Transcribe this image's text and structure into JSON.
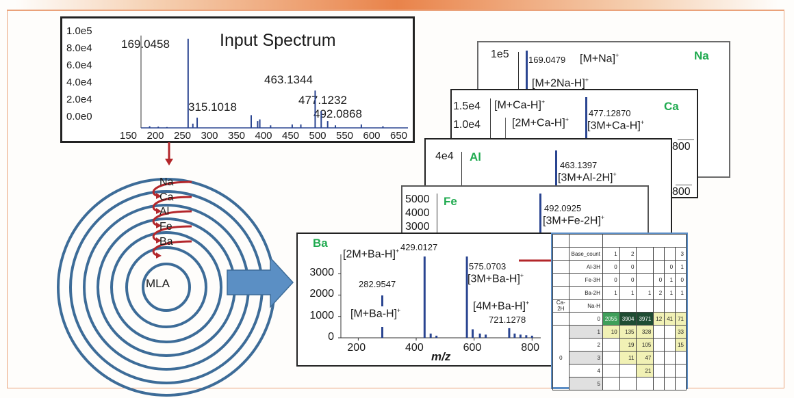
{
  "colors": {
    "spectrum": "#2a4591",
    "ring": "#3d6c98",
    "arrow_fill": "#5b8fc4",
    "red": "#b3262a",
    "metal_label": "#1faa4f",
    "frame": "#eaa27a"
  },
  "input_spectrum": {
    "title": "Input Spectrum",
    "y_ticks": [
      "1.0e5",
      "8.0e4",
      "6.0e4",
      "4.0e4",
      "2.0e4",
      "0.0e0"
    ],
    "x_ticks": [
      "150",
      "200",
      "250",
      "300",
      "350",
      "400",
      "450",
      "500",
      "550",
      "600",
      "650"
    ],
    "peak_labels": [
      "169.0458",
      "315.1018",
      "463.1344",
      "477.1232",
      "492.0868"
    ]
  },
  "chart_data": [
    {
      "type": "bar",
      "title": "Input Spectrum",
      "xlabel": "",
      "ylabel": "",
      "xlim": [
        60,
        670
      ],
      "ylim": [
        0,
        110000
      ],
      "x": [
        80,
        100,
        120,
        169.0458,
        180,
        190,
        315.1018,
        330,
        335,
        360,
        410,
        430,
        463.1344,
        477.1232,
        492.0868,
        510,
        570,
        620
      ],
      "values": [
        2000,
        1500,
        1000,
        105000,
        5000,
        12000,
        15000,
        8000,
        10000,
        3000,
        4000,
        4000,
        44000,
        20000,
        8000,
        3000,
        4000,
        2000
      ]
    },
    {
      "type": "bar",
      "title": "Ba",
      "xlabel": "m/z",
      "ylabel": "",
      "xlim": [
        140,
        830
      ],
      "ylim": [
        0,
        3900
      ],
      "x": [
        282.9547,
        429.0127,
        450,
        470,
        575.0703,
        595,
        620,
        640,
        721.1278,
        740,
        760,
        780,
        800
      ],
      "values": [
        2100,
        3800,
        200,
        100,
        3800,
        400,
        200,
        150,
        450,
        200,
        150,
        120,
        100
      ],
      "y_ticks": [
        "0",
        "1000",
        "2000",
        "3000"
      ],
      "x_ticks": [
        "200",
        "400",
        "600",
        "800"
      ]
    }
  ],
  "stack_panels": {
    "na": {
      "metal": "Na",
      "y_tick": "1e5",
      "peak": "169.0479",
      "ion1": "[M+Na]",
      "ion2": "[M+2Na-H]",
      "sup": "+"
    },
    "ca": {
      "metal": "Ca",
      "y_tick1": "1.5e4",
      "y_tick2": "1.0e4",
      "ion1": "[M+Ca-H]",
      "ion2": "[2M+Ca-H]",
      "peak": "477.12870",
      "ion3": "[3M+Ca-H]",
      "x_tick": "800",
      "sup": "+"
    },
    "al": {
      "metal": "Al",
      "y_tick": "4e4",
      "peak": "463.1397",
      "ion": "[3M+Al-2H]",
      "x_tick": "800",
      "sup": "+"
    },
    "fe": {
      "metal": "Fe",
      "y_ticks": [
        "5000",
        "4000",
        "3000"
      ],
      "peak": "492.0925",
      "ion": "[3M+Fe-2H]",
      "sup": "+"
    },
    "ba": {
      "metal": "Ba",
      "peaks": [
        "429.0127",
        "282.9547",
        "575.0703",
        "721.1278"
      ],
      "ions": [
        "[2M+Ba-H]",
        "[M+Ba-H]",
        "[3M+Ba-H]",
        "[4M+Ba-H]"
      ],
      "sup": "+",
      "xlabel": "m/z"
    }
  },
  "rings": {
    "labels": [
      "Na",
      "Ca",
      "Al",
      "Fe",
      "Ba"
    ],
    "center": "MLA"
  },
  "table": {
    "header_rows": [
      {
        "label": "Base_count",
        "vals": [
          "1",
          "2",
          "",
          "",
          "",
          "3"
        ]
      },
      {
        "label": "Al-3H",
        "vals": [
          "0",
          "0",
          "",
          "",
          "0",
          "1"
        ]
      },
      {
        "label": "Fe-3H",
        "vals": [
          "0",
          "0",
          "",
          "0",
          "1",
          "0"
        ]
      },
      {
        "label": "Ba-2H",
        "vals": [
          "1",
          "1",
          "1",
          "2",
          "1",
          "1"
        ]
      }
    ],
    "ca_label": "Ca-2H",
    "na_label": "Na-H",
    "ca_value": "0",
    "rows": [
      {
        "na": "0",
        "vals": [
          "2055",
          "3904",
          "3971",
          "12",
          "41",
          "71"
        ]
      },
      {
        "na": "1",
        "vals": [
          "10",
          "135",
          "328",
          "",
          "",
          "33"
        ]
      },
      {
        "na": "2",
        "vals": [
          "",
          "19",
          "105",
          "",
          "",
          "15"
        ]
      },
      {
        "na": "3",
        "vals": [
          "",
          "11",
          "47",
          "",
          "",
          ""
        ]
      },
      {
        "na": "4",
        "vals": [
          "",
          "",
          "21",
          "",
          "",
          ""
        ]
      },
      {
        "na": "5",
        "vals": [
          "",
          "",
          "",
          "",
          "",
          ""
        ]
      }
    ]
  }
}
